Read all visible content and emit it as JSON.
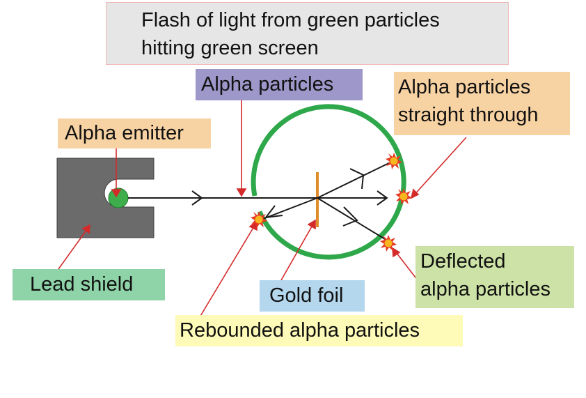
{
  "legend": {
    "text_line1": "Flash of light from green particles",
    "text_line2": "hitting green screen",
    "icon": "flash-burst-icon",
    "bg_color": "#e6e6e6",
    "border_color": "#f0b8b8"
  },
  "labels": {
    "alpha_particles": "Alpha particles",
    "alpha_emitter": "Alpha emitter",
    "straight_line1": "Alpha particles",
    "straight_line2": "straight through",
    "lead_shield": "Lead shield",
    "gold_foil": "Gold foil",
    "deflected_line1": "Deflected",
    "deflected_line2": "alpha particles",
    "rebounded": "Rebounded alpha particles"
  },
  "colors": {
    "screen": "#2ea84a",
    "shield": "#6b6b6b",
    "emitter": "#3dae4b",
    "foil": "#e08c2a",
    "pointer": "#d42a2a",
    "alpha_box": "#9e97c9",
    "peach_box": "#f7d2a3",
    "green_box": "#8fd3a8",
    "blue_box": "#b4d7ee",
    "yellow_box": "#fdfbb7",
    "lime_box": "#cde2a6"
  }
}
